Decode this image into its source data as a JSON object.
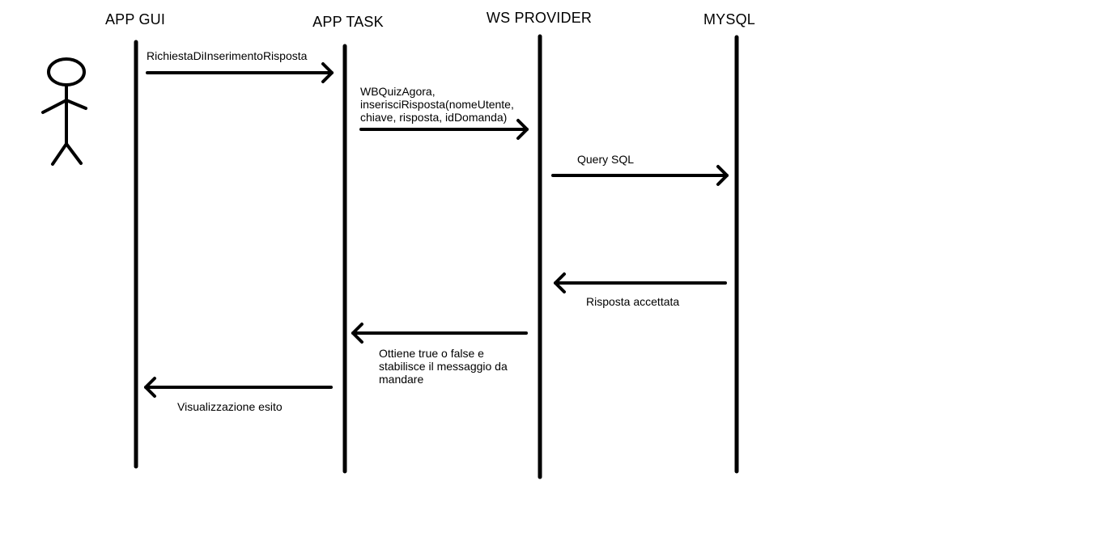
{
  "colors": {
    "background": "#ffffff",
    "ink": "#000000"
  },
  "actor": {
    "icon": "stick-figure-user-icon"
  },
  "lanes": [
    {
      "id": "app-gui",
      "title": "APP GUI"
    },
    {
      "id": "app-task",
      "title": "APP TASK"
    },
    {
      "id": "ws-provider",
      "title": "WS PROVIDER"
    },
    {
      "id": "mysql",
      "title": "MYSQL"
    }
  ],
  "messages": [
    {
      "from": "app-gui",
      "to": "app-task",
      "direction": "right",
      "label_lines": [
        "RichiestaDiInserimentoRisposta"
      ]
    },
    {
      "from": "app-task",
      "to": "ws-provider",
      "direction": "right",
      "label_lines": [
        "WBQuizAgora,",
        "inserisciRisposta(nomeUtente,",
        "chiave, risposta, idDomanda)"
      ]
    },
    {
      "from": "ws-provider",
      "to": "mysql",
      "direction": "right",
      "label_lines": [
        "Query SQL"
      ]
    },
    {
      "from": "mysql",
      "to": "ws-provider",
      "direction": "left",
      "label_lines": [
        "Risposta accettata"
      ]
    },
    {
      "from": "ws-provider",
      "to": "app-task",
      "direction": "left",
      "label_lines": [
        "Ottiene true o false e",
        "stabilisce il messaggio da",
        "mandare"
      ]
    },
    {
      "from": "app-task",
      "to": "app-gui",
      "direction": "left",
      "label_lines": [
        "Visualizzazione esito"
      ]
    }
  ]
}
